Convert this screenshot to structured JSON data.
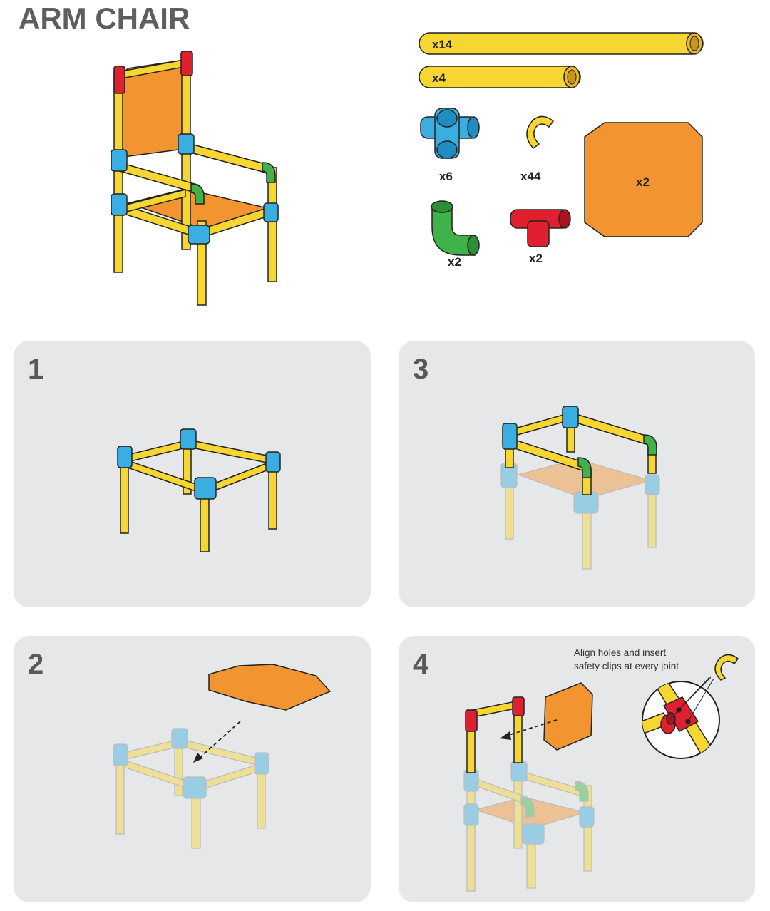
{
  "title": "ARM CHAIR",
  "parts": {
    "long_tube_count": "x14",
    "short_tube_count": "x4",
    "cross_connector_count": "x6",
    "clip_count": "x44",
    "elbow_count": "x2",
    "tee_count": "x2",
    "panel_count": "x2"
  },
  "steps": [
    {
      "number": "1"
    },
    {
      "number": "2"
    },
    {
      "number": "3"
    },
    {
      "number": "4",
      "note_line1": "Align holes and insert",
      "note_line2": "safety clips at every joint"
    }
  ],
  "colors": {
    "tube": "#f7d631",
    "cross_connector": "#3aaee0",
    "elbow": "#3fb349",
    "tee": "#e0202e",
    "panel": "#f29530",
    "background_panel": "#e6e7e9"
  }
}
